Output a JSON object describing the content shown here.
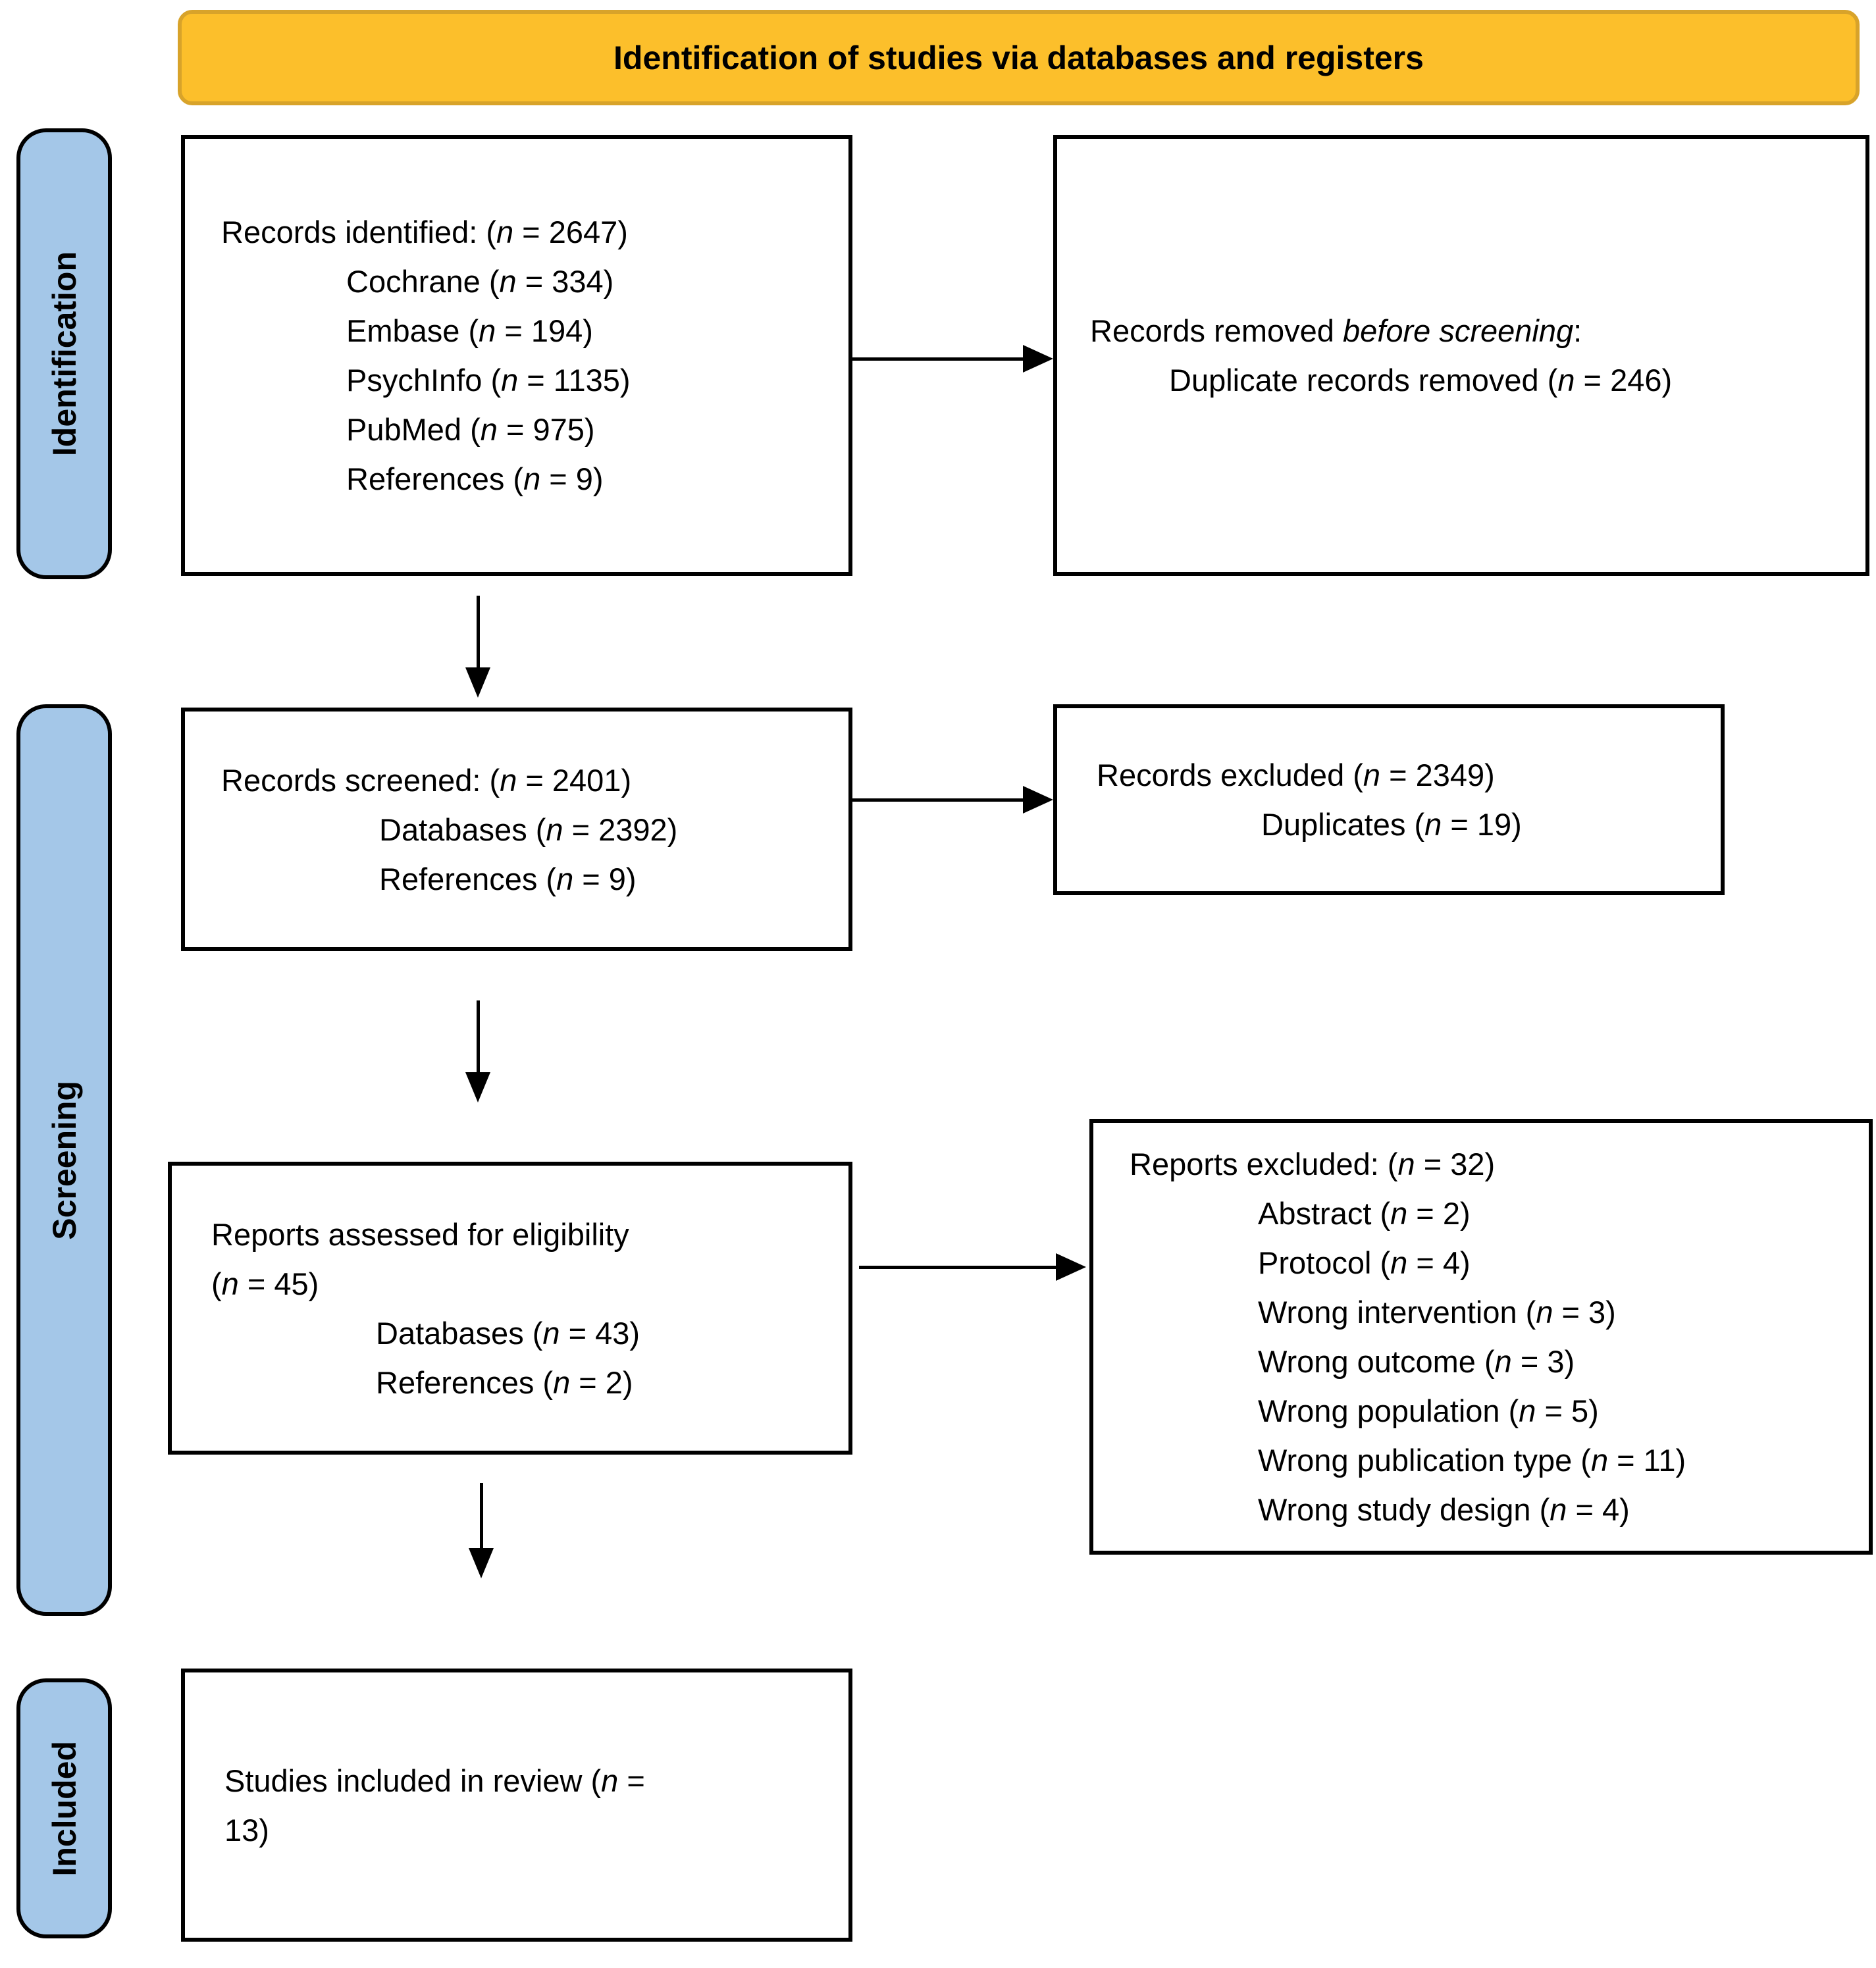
{
  "header": {
    "title": "Identification of studies via databases and registers"
  },
  "colors": {
    "header_fill": "#FCBF2B",
    "header_border": "#D8A32A",
    "stage_fill": "#A4C7E8",
    "box_border": "#000000",
    "text": "#000000"
  },
  "sidebar": [
    {
      "label": "Identification"
    },
    {
      "label": "Screening"
    },
    {
      "label": "Included"
    }
  ],
  "boxes": {
    "records_identified": {
      "lines": [
        {
          "seg": [
            {
              "t": "Records identified: ("
            },
            {
              "t": "n",
              "i": true
            },
            {
              "t": " = 2647)"
            }
          ]
        },
        {
          "ind": true,
          "seg": [
            {
              "t": "Cochrane ("
            },
            {
              "t": "n",
              "i": true
            },
            {
              "t": " = 334)"
            }
          ]
        },
        {
          "ind": true,
          "seg": [
            {
              "t": "Embase ("
            },
            {
              "t": "n",
              "i": true
            },
            {
              "t": " = 194)"
            }
          ]
        },
        {
          "ind": true,
          "seg": [
            {
              "t": "PsychInfo ("
            },
            {
              "t": "n",
              "i": true
            },
            {
              "t": " = 1135)"
            }
          ]
        },
        {
          "ind": true,
          "seg": [
            {
              "t": "PubMed ("
            },
            {
              "t": "n",
              "i": true
            },
            {
              "t": " = 975)"
            }
          ]
        },
        {
          "ind": true,
          "seg": [
            {
              "t": "References ("
            },
            {
              "t": "n",
              "i": true
            },
            {
              "t": " = 9)"
            }
          ]
        }
      ]
    },
    "records_removed": {
      "lines": [
        {
          "seg": [
            {
              "t": "Records removed "
            },
            {
              "t": "before screening",
              "i": true
            },
            {
              "t": ":"
            }
          ]
        },
        {
          "ind": true,
          "seg": [
            {
              "t": "Duplicate records removed ("
            },
            {
              "t": "n",
              "i": true
            },
            {
              "t": " = 246)"
            }
          ]
        }
      ]
    },
    "records_screened": {
      "lines": [
        {
          "seg": [
            {
              "t": "Records screened: ("
            },
            {
              "t": "n",
              "i": true
            },
            {
              "t": " = 2401)"
            }
          ]
        },
        {
          "ind": true,
          "seg": [
            {
              "t": "Databases ("
            },
            {
              "t": "n",
              "i": true
            },
            {
              "t": " = 2392)"
            }
          ]
        },
        {
          "ind": true,
          "seg": [
            {
              "t": "References ("
            },
            {
              "t": "n",
              "i": true
            },
            {
              "t": " = 9)"
            }
          ]
        }
      ]
    },
    "records_excluded": {
      "lines": [
        {
          "seg": [
            {
              "t": "Records excluded ("
            },
            {
              "t": "n",
              "i": true
            },
            {
              "t": " = 2349)"
            }
          ]
        },
        {
          "ind": true,
          "seg": [
            {
              "t": "Duplicates ("
            },
            {
              "t": "n",
              "i": true
            },
            {
              "t": " = 19)"
            }
          ]
        }
      ]
    },
    "reports_assessed": {
      "lines": [
        {
          "seg": [
            {
              "t": "Reports assessed for eligibility"
            }
          ]
        },
        {
          "seg": [
            {
              "t": "("
            },
            {
              "t": "n",
              "i": true
            },
            {
              "t": " = 45)"
            }
          ]
        },
        {
          "ind": true,
          "seg": [
            {
              "t": "Databases ("
            },
            {
              "t": "n",
              "i": true
            },
            {
              "t": " = 43)"
            }
          ]
        },
        {
          "ind": true,
          "seg": [
            {
              "t": "References ("
            },
            {
              "t": "n",
              "i": true
            },
            {
              "t": " = 2)"
            }
          ]
        }
      ]
    },
    "reports_excluded": {
      "lines": [
        {
          "seg": [
            {
              "t": "Reports excluded: ("
            },
            {
              "t": "n",
              "i": true
            },
            {
              "t": " = 32)"
            }
          ]
        },
        {
          "ind": true,
          "seg": [
            {
              "t": "Abstract ("
            },
            {
              "t": "n",
              "i": true
            },
            {
              "t": " = 2)"
            }
          ]
        },
        {
          "ind": true,
          "seg": [
            {
              "t": "Protocol ("
            },
            {
              "t": "n",
              "i": true
            },
            {
              "t": " = 4)"
            }
          ]
        },
        {
          "ind": true,
          "seg": [
            {
              "t": "Wrong intervention ("
            },
            {
              "t": "n",
              "i": true
            },
            {
              "t": " = 3)"
            }
          ]
        },
        {
          "ind": true,
          "seg": [
            {
              "t": "Wrong outcome ("
            },
            {
              "t": "n",
              "i": true
            },
            {
              "t": " = 3)"
            }
          ]
        },
        {
          "ind": true,
          "seg": [
            {
              "t": "Wrong population ("
            },
            {
              "t": "n",
              "i": true
            },
            {
              "t": " = 5)"
            }
          ]
        },
        {
          "ind": true,
          "seg": [
            {
              "t": "Wrong publication type ("
            },
            {
              "t": "n",
              "i": true
            },
            {
              "t": " = 11)"
            }
          ]
        },
        {
          "ind": true,
          "seg": [
            {
              "t": "Wrong study design ("
            },
            {
              "t": "n",
              "i": true
            },
            {
              "t": " = 4)"
            }
          ]
        }
      ]
    },
    "studies_included": {
      "lines": [
        {
          "seg": [
            {
              "t": "Studies included in review ("
            },
            {
              "t": "n",
              "i": true
            },
            {
              "t": " ="
            }
          ]
        },
        {
          "seg": [
            {
              "t": "13)"
            }
          ]
        }
      ]
    }
  }
}
